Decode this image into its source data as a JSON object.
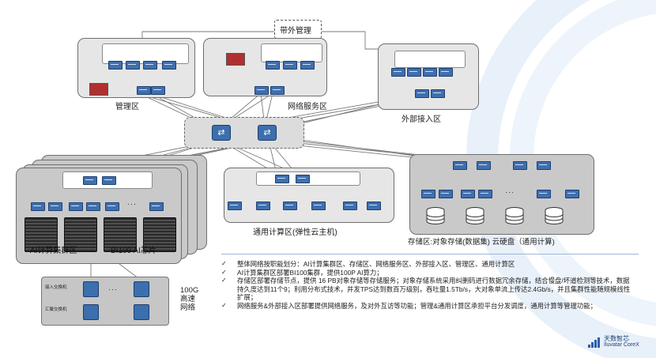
{
  "zones": {
    "oob": "带外管理",
    "mgmt": "管理区",
    "net_service": "网络服务区",
    "external": "外部接入区",
    "ai_cluster": "AI计算集群区",
    "bi100": "BI100 AI芯片",
    "general_compute": "通用计算区(弹性云主机)",
    "storage": "存储区:对象存储(数据集)  云硬盘（通用计算)"
  },
  "switches": {
    "access": "接入交换机",
    "aggregation": "汇聚交换机",
    "dots": "···"
  },
  "fabric_label": "100G\n高速\n网络",
  "notes": [
    "整体网络按职能划分：AI计算集群区、存储区、网络服务区、外部接入区、管理区、通用计算区",
    "AI计算集群区部署BI100集群，提供100P AI算力；",
    "存储区部署存储节点，提供 16 PB对象存储等存储服务；对象存储系统采用纠删码进行数据冗余存储，结合慢盘/坏道检测等技术，数据持久度达到11个9；利用分布式技术，并发TPS达到数百万级别，吞吐量1.5Tb/s，大对象单流上传达2.4Gb/s，并且集群性能随规模线性扩展；",
    "网络服务&外部接入区部署提供网络服务，及对外互访等功能；管理&通用计算区承担平台分发调度，通用计算等管理功能；"
  ],
  "check_mark": "✓",
  "logo": {
    "cn": "天数智芯",
    "en": "Iluvatar CoreX"
  },
  "colors": {
    "switch_blue": "#3c6fae",
    "zone_gray": "#e6e6e6",
    "accent_arc": "#dbe8f7"
  }
}
